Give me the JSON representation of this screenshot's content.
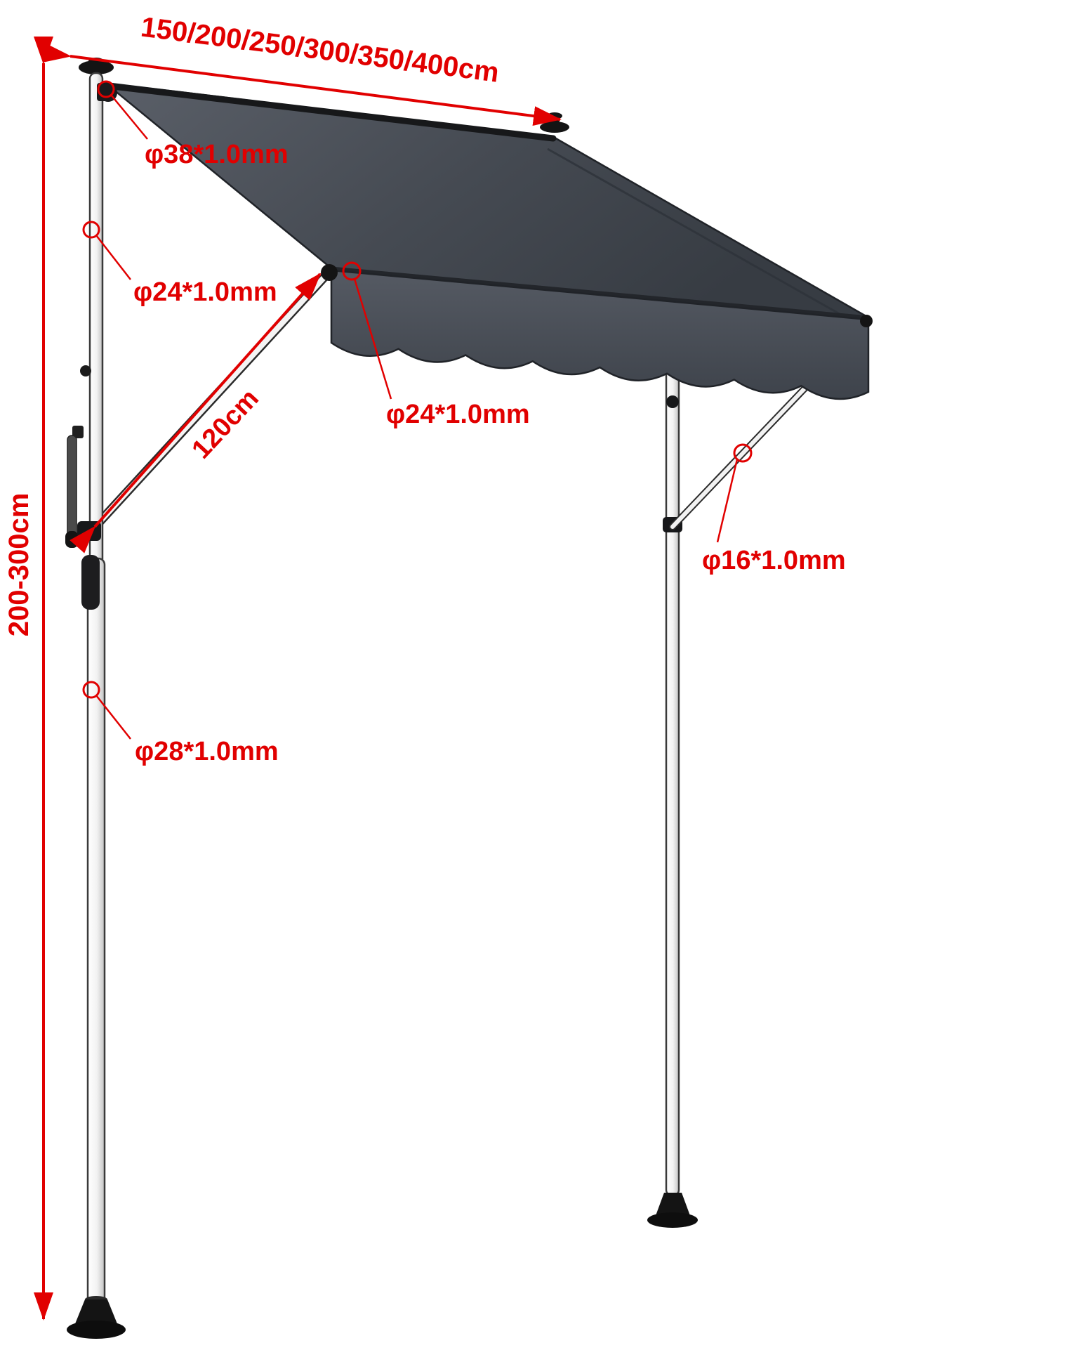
{
  "diagram": {
    "type": "product-dimension-diagram",
    "subject": "manual retractable clamp awning with telescopic poles",
    "colors": {
      "annotation_red": "#e10000",
      "canopy_gray": "#474c55",
      "valance_gray": "#484d56",
      "pole_white": "#ffffff",
      "hardware_black": "#17181a",
      "background": "#ffffff"
    },
    "annotations": {
      "width_range": "150/200/250/300/350/400cm",
      "height_range": "200-300cm",
      "arm_length": "120cm",
      "top_tube_diameter": "φ38*1.0mm",
      "upper_pole_diameter": "φ24*1.0mm",
      "front_joint_diameter": "φ24*1.0mm",
      "brace_diameter": "φ16*1.0mm",
      "lower_pole_diameter": "φ28*1.0mm"
    }
  }
}
